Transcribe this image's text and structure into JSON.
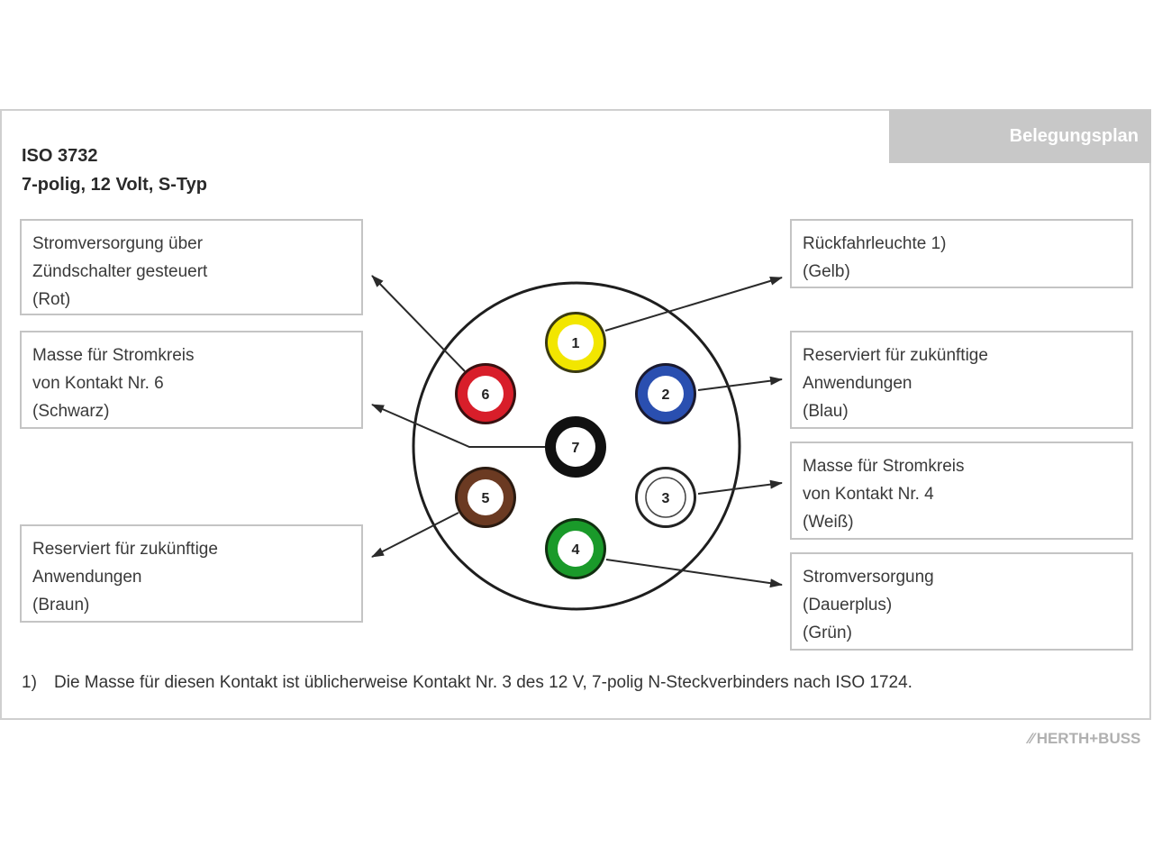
{
  "header": {
    "tab_label": "Belegungsplan",
    "standard": "ISO 3732",
    "subtitle": "7-polig, 12 Volt, S-Typ"
  },
  "boxes": {
    "left_top": [
      "Stromversorgung über",
      "Zündschalter gesteuert",
      "(Rot)"
    ],
    "left_mid": [
      "Masse für Stromkreis",
      "von Kontakt Nr. 6",
      "(Schwarz)"
    ],
    "left_bottom": [
      "Reserviert für zukünftige",
      "Anwendungen",
      "(Braun)"
    ],
    "right_1": [
      "Rückfahrleuchte 1)",
      "(Gelb)"
    ],
    "right_2": [
      "Reserviert für zukünftige",
      "Anwendungen",
      "(Blau)"
    ],
    "right_3": [
      "Masse für Stromkreis",
      "von Kontakt Nr. 4",
      "(Weiß)"
    ],
    "right_4": [
      "Stromversorgung",
      "(Dauerplus)",
      "(Grün)"
    ]
  },
  "pins": [
    {
      "label": "1",
      "color": "#f2e600"
    },
    {
      "label": "2",
      "color": "#2a4fb0"
    },
    {
      "label": "3",
      "color": "#ffffff"
    },
    {
      "label": "4",
      "color": "#1a9a2a"
    },
    {
      "label": "5",
      "color": "#6b3a22"
    },
    {
      "label": "6",
      "color": "#d81e2a"
    },
    {
      "label": "7",
      "color": "#111111"
    }
  ],
  "footnote": {
    "marker": "1)",
    "text": "Die Masse für diesen Kontakt ist üblicherweise Kontakt Nr. 3 des 12 V, 7-polig N-Steckverbinders nach ISO 1724."
  },
  "brand": {
    "logo_text": "HERTH+BUSS"
  }
}
